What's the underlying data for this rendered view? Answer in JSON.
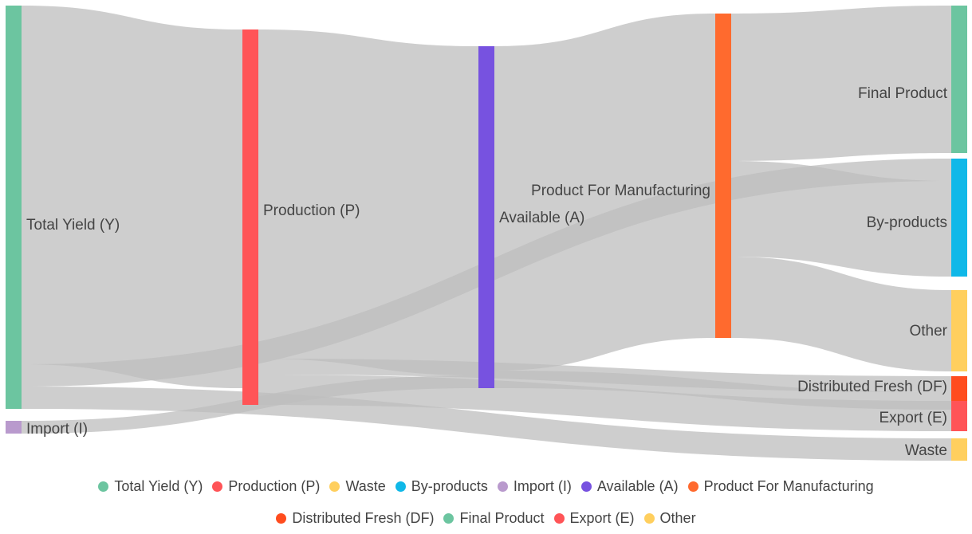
{
  "chart_data": {
    "type": "sankey",
    "nodes": [
      {
        "id": "Y",
        "label": "Total Yield (Y)",
        "color": "#6CC5A0"
      },
      {
        "id": "I",
        "label": "Import (I)",
        "color": "#B99ACD"
      },
      {
        "id": "P",
        "label": "Production (P)",
        "color": "#FF5457"
      },
      {
        "id": "A",
        "label": "Available (A)",
        "color": "#7752E0"
      },
      {
        "id": "PFM",
        "label": "Product For Manufacturing",
        "color": "#FF6A2E"
      },
      {
        "id": "FP",
        "label": "Final Product",
        "color": "#6CC5A0"
      },
      {
        "id": "BP",
        "label": "By-products",
        "color": "#10B8E8"
      },
      {
        "id": "O",
        "label": "Other",
        "color": "#FFCF5E"
      },
      {
        "id": "DF",
        "label": "Distributed Fresh (DF)",
        "color": "#FF4C1E"
      },
      {
        "id": "E",
        "label": "Export (E)",
        "color": "#FF5457"
      },
      {
        "id": "W",
        "label": "Waste",
        "color": "#FFCF5E"
      }
    ],
    "links": [
      {
        "source": "Y",
        "target": "P",
        "value": 450
      },
      {
        "source": "Y",
        "target": "BP",
        "value": 28
      },
      {
        "source": "Y",
        "target": "W",
        "value": 28
      },
      {
        "source": "I",
        "target": "A",
        "value": 16
      },
      {
        "source": "P",
        "target": "A",
        "value": 413
      },
      {
        "source": "P",
        "target": "DF",
        "value": 20
      },
      {
        "source": "P",
        "target": "E",
        "value": 38
      },
      {
        "source": "A",
        "target": "PFM",
        "value": 407
      },
      {
        "source": "A",
        "target": "DF",
        "value": 22
      },
      {
        "source": "PFM",
        "target": "FP",
        "value": 185
      },
      {
        "source": "PFM",
        "target": "BP",
        "value": 120
      },
      {
        "source": "PFM",
        "target": "O",
        "value": 102
      }
    ]
  },
  "legend": {
    "row1": [
      {
        "label": "Total Yield (Y)",
        "color": "#6CC5A0"
      },
      {
        "label": "Production (P)",
        "color": "#FF5457"
      },
      {
        "label": "Waste",
        "color": "#FFCF5E"
      },
      {
        "label": "By-products",
        "color": "#10B8E8"
      },
      {
        "label": "Import (I)",
        "color": "#B99ACD"
      },
      {
        "label": "Available (A)",
        "color": "#7752E0"
      },
      {
        "label": "Product For Manufacturing",
        "color": "#FF6A2E"
      }
    ],
    "row2": [
      {
        "label": "Distributed Fresh (DF)",
        "color": "#FF4C1E"
      },
      {
        "label": "Final Product",
        "color": "#6CC5A0"
      },
      {
        "label": "Export (E)",
        "color": "#FF5457"
      },
      {
        "label": "Other",
        "color": "#FFCF5E"
      }
    ]
  },
  "link_color": "#bdbdbd"
}
